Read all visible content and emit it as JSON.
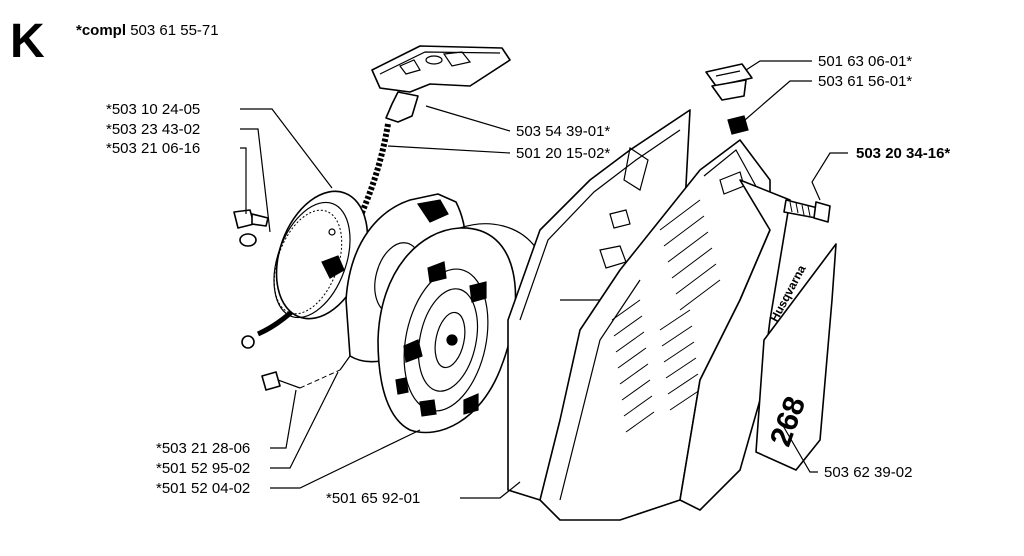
{
  "diagram": {
    "section_letter": "K",
    "kit": {
      "prefix": "*compl",
      "number": "503 61 55-71"
    },
    "parts": [
      {
        "id": "p1",
        "number": "*503 10 24-05"
      },
      {
        "id": "p2",
        "number": "*503 23 43-02"
      },
      {
        "id": "p3",
        "number": "*503 21 06-16"
      },
      {
        "id": "p4",
        "number": "503 54 39-01*"
      },
      {
        "id": "p5",
        "number": "501 20 15-02*"
      },
      {
        "id": "p6",
        "number": "501 63 06-01*"
      },
      {
        "id": "p7",
        "number": "503 61 56-01*"
      },
      {
        "id": "p8",
        "number": "503 20 34-16*",
        "bold": true
      },
      {
        "id": "p9",
        "number": "*503 21 28-06"
      },
      {
        "id": "p10",
        "number": "*501 52 95-02"
      },
      {
        "id": "p11",
        "number": "*501 52 04-02"
      },
      {
        "id": "p12",
        "number": "*501 65 92-01"
      },
      {
        "id": "p13",
        "number": "503 62 39-02"
      }
    ],
    "decal": {
      "brand": "Husqvarna",
      "model": "268"
    }
  }
}
